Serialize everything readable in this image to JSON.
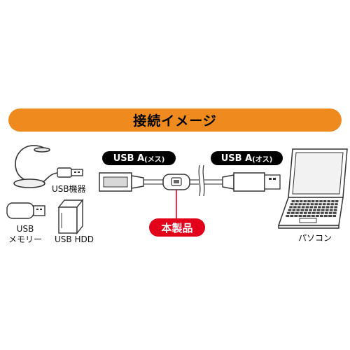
{
  "banner": {
    "title": "接続イメージ"
  },
  "devices": {
    "usb_device": "USB機器",
    "usb_memory_line1": "USB",
    "usb_memory_line2": "メモリー",
    "usb_hdd": "USB HDD",
    "pc": "パソコン"
  },
  "cable": {
    "female_main": "USB A",
    "female_paren": "(メス)",
    "male_main": "USB A",
    "male_paren": "(オス)",
    "product_label": "本製品"
  },
  "colors": {
    "banner": "#ee8a1e",
    "product_badge": "#e3001b",
    "pill": "#000000"
  }
}
